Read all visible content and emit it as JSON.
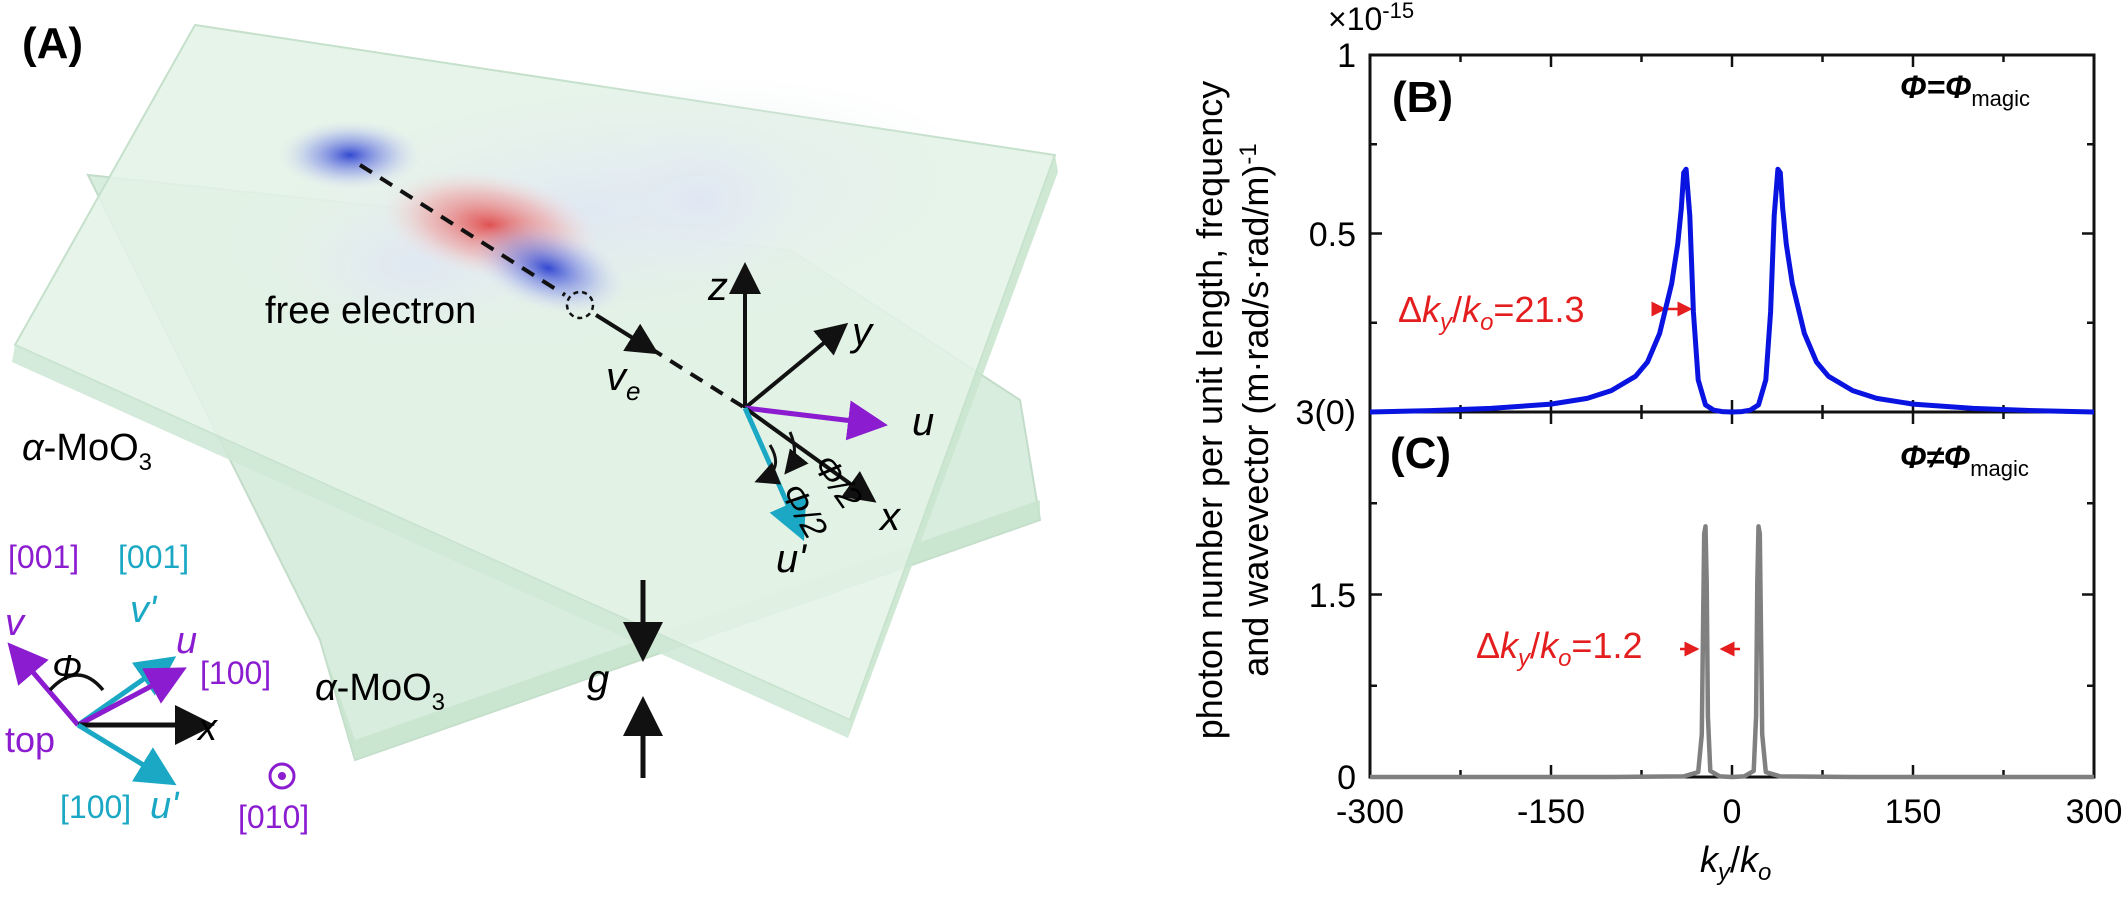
{
  "colors": {
    "purple": "#8b1ccf",
    "cyan": "#1ba8c4",
    "blue_curve": "#0a14e0",
    "gray_curve": "#808080",
    "red_annot": "#e41e1e",
    "slab": "#d8efe0",
    "field_red": "#e04a4a",
    "field_blue": "#2a40d0"
  },
  "panel_a": {
    "label": "(A)",
    "free_electron": "free electron",
    "ve_main": "v",
    "ve_sub": "e",
    "axes": {
      "z": "z",
      "y": "y",
      "x": "x",
      "u": "u",
      "u_prime": "u'"
    },
    "angle_1": "Φ/2",
    "angle_2": "Φ/2",
    "material_top": {
      "alpha": "α",
      "rest": "-MoO",
      "sub": "3"
    },
    "material_bottom": {
      "alpha": "α",
      "rest": "-MoO",
      "sub": "3"
    },
    "gap": "g",
    "crystal": {
      "v_dir": "[001]",
      "v_prime_dir": "[001]",
      "v": "v",
      "v_prime": "v'",
      "phi": "Φ",
      "u": "u",
      "u_dir": "[100]",
      "top": "top",
      "x": "x",
      "u_prime_dir": "[100]",
      "u_prime": "u'",
      "out_dir": "[010]"
    }
  },
  "y_axis_label_line1": "photon number per unit length, frequency",
  "y_axis_label_line2": "and wavevector (m·rad/s·rad/m)",
  "y_axis_label_sup": "-1",
  "chart_data": [
    {
      "type": "line",
      "panel_label": "(B)",
      "condition": {
        "lhs": "Φ",
        "op": "=",
        "rhs": "Φ",
        "rhs_sub": "magic"
      },
      "multiplier": {
        "base": "×10",
        "exp": "-15"
      },
      "xlim": [
        -300,
        300
      ],
      "ylim": [
        0,
        1
      ],
      "yticks": [
        "1",
        "0.5",
        "3(0)"
      ],
      "annotation": {
        "delta": "Δ",
        "k": "k",
        "y_sub": "y",
        "slash": "/",
        "k0": "k",
        "zero_sub": "o",
        "value": "=21.3"
      },
      "series": [
        {
          "color": "#0a14e0",
          "x": [
            -300,
            -250,
            -200,
            -150,
            -120,
            -100,
            -80,
            -70,
            -60,
            -50,
            -45,
            -42,
            -40,
            -38,
            -35,
            -32,
            -28,
            -22,
            -15,
            -8,
            0,
            8,
            15,
            22,
            28,
            32,
            35,
            38,
            40,
            42,
            45,
            50,
            60,
            70,
            80,
            100,
            120,
            150,
            200,
            250,
            300
          ],
          "y": [
            0.0,
            0.004,
            0.01,
            0.022,
            0.038,
            0.06,
            0.1,
            0.14,
            0.22,
            0.36,
            0.47,
            0.57,
            0.67,
            0.68,
            0.55,
            0.28,
            0.09,
            0.02,
            0.005,
            0.001,
            0.0,
            0.001,
            0.005,
            0.02,
            0.09,
            0.28,
            0.55,
            0.68,
            0.67,
            0.57,
            0.47,
            0.36,
            0.22,
            0.14,
            0.1,
            0.06,
            0.038,
            0.022,
            0.01,
            0.004,
            0.0
          ]
        }
      ]
    },
    {
      "type": "line",
      "panel_label": "(C)",
      "condition": {
        "lhs": "Φ",
        "op": "≠",
        "rhs": "Φ",
        "rhs_sub": "magic"
      },
      "xlim": [
        -300,
        300
      ],
      "ylim": [
        0,
        3
      ],
      "yticks": [
        "1.5",
        "0"
      ],
      "xticks": [
        "-300",
        "-150",
        "0",
        "150",
        "300"
      ],
      "xlabel": {
        "k": "k",
        "y_sub": "y",
        "slash": "/",
        "k0": "k",
        "zero_sub": "o"
      },
      "annotation": {
        "delta": "Δ",
        "k": "k",
        "y_sub": "y",
        "slash": "/",
        "k0": "k",
        "zero_sub": "o",
        "value": "=1.2"
      },
      "series": [
        {
          "color": "#808080",
          "x": [
            -300,
            -100,
            -40,
            -28,
            -25,
            -24,
            -23,
            -22,
            -21,
            -20,
            -18,
            -10,
            0,
            10,
            18,
            20,
            21,
            22,
            23,
            24,
            25,
            28,
            40,
            100,
            300
          ],
          "y": [
            0.0,
            0.0,
            0.005,
            0.04,
            0.35,
            1.2,
            2.0,
            2.06,
            1.6,
            0.5,
            0.05,
            0.005,
            0.0,
            0.005,
            0.05,
            0.5,
            1.6,
            2.06,
            2.0,
            1.2,
            0.35,
            0.04,
            0.005,
            0.0,
            0.0
          ]
        }
      ]
    }
  ]
}
